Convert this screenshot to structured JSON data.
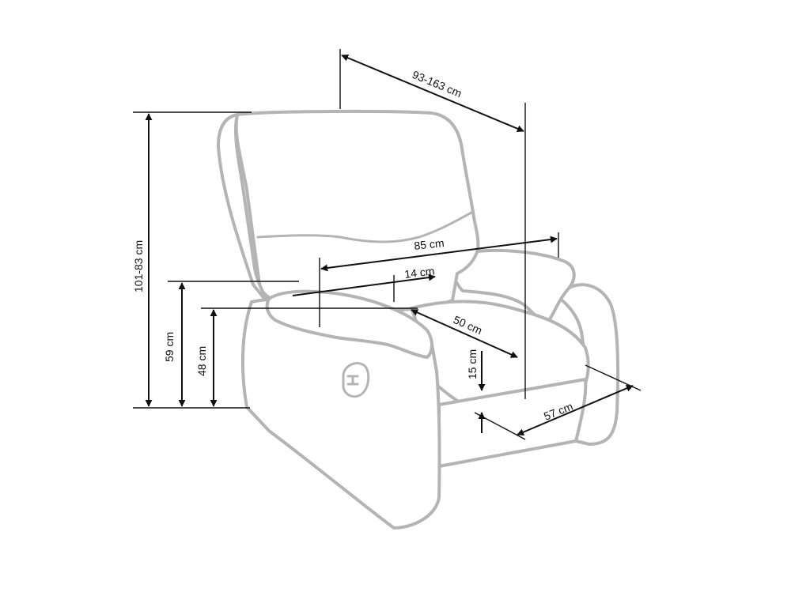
{
  "dimensions": {
    "reclined_depth": "93-163 cm",
    "height": "101-83 cm",
    "width": "85 cm",
    "armrest_width": "14 cm",
    "seat_depth": "50 cm",
    "armrest_height": "59 cm",
    "seat_height": "48 cm",
    "clearance": "15 cm",
    "side_depth": "57 cm"
  },
  "colors": {
    "outline": "#b4b4b4",
    "dimension_line": "#111111"
  }
}
